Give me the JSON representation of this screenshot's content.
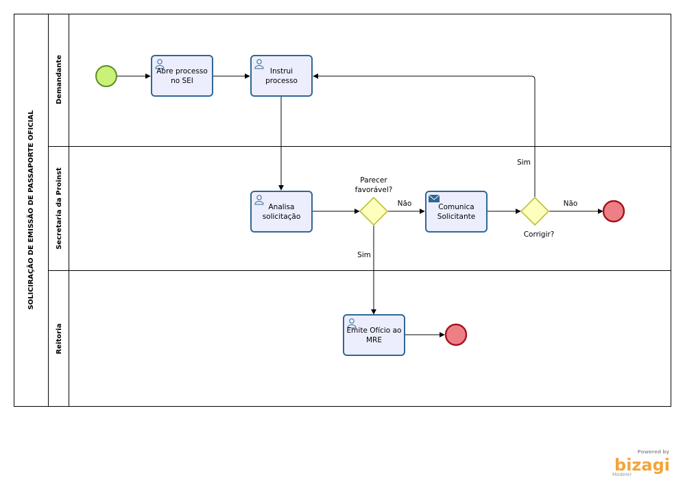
{
  "pool": {
    "title": "SOLICIRAÇÃO DE EMISSÃO DE PASSAPORTE OFICIAL"
  },
  "lanes": [
    {
      "title": "Demandante"
    },
    {
      "title": "Secretaria da Proinst"
    },
    {
      "title": "Reitoria"
    }
  ],
  "tasks": {
    "abre": {
      "line1": "Abre processo",
      "line2": "no SEI",
      "icon": "user-icon"
    },
    "instrui": {
      "line1": "Instrui",
      "line2": "processo",
      "icon": "user-icon"
    },
    "analisa": {
      "line1": "Analisa",
      "line2": "solicitação",
      "icon": "user-icon"
    },
    "comunica": {
      "line1": "Comunica",
      "line2": "Solicitante",
      "icon": "envelope-icon"
    },
    "emite": {
      "line1": "Emite Ofício ao",
      "line2": "MRE",
      "icon": "user-icon"
    }
  },
  "gateways": {
    "parecer": {
      "line1": "Parecer",
      "line2": "favorável?"
    },
    "corrigir": {
      "line1": "Corrigir?"
    }
  },
  "flow_labels": {
    "parecer_nao": "Não",
    "parecer_sim": "Sim",
    "corrigir_sim": "Sim",
    "corrigir_nao": "Não"
  },
  "branding": {
    "powered_by": "Powered by",
    "name": "bizagi",
    "product": "Modeler"
  },
  "colors": {
    "task_fill": "#eceefd",
    "task_border": "#2e6694",
    "gateway_fill": "#ffffbd",
    "start_fill": "#c9f27b",
    "end_fill": "#ee7f86",
    "brand": "#f3a43a"
  }
}
